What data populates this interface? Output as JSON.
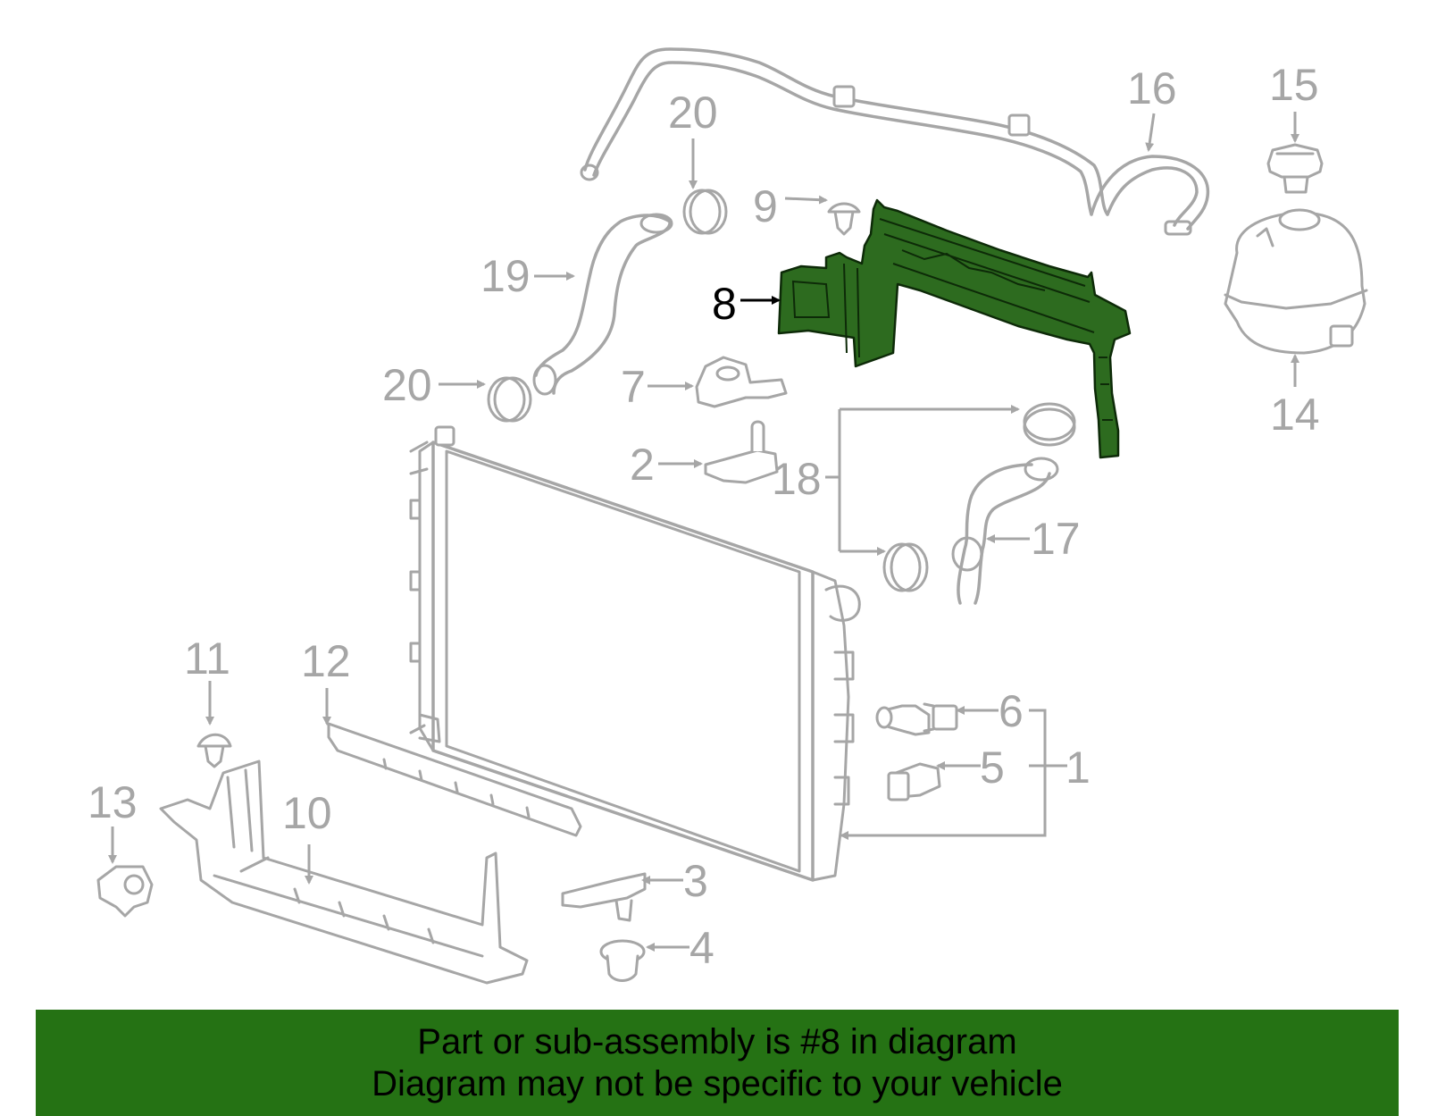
{
  "diagram": {
    "highlight_color": "#2d6b1f",
    "highlighted_part": "8",
    "callouts": {
      "c1": "1",
      "c2": "2",
      "c3": "3",
      "c4": "4",
      "c5": "5",
      "c6": "6",
      "c7": "7",
      "c8": "8",
      "c9": "9",
      "c10": "10",
      "c11": "11",
      "c12": "12",
      "c13": "13",
      "c14": "14",
      "c15": "15",
      "c16": "16",
      "c17": "17",
      "c18": "18",
      "c19": "19",
      "c20a": "20",
      "c20b": "20"
    }
  },
  "banner": {
    "background": "#257214",
    "line1": "Part or sub-assembly is #8 in diagram",
    "line2": "Diagram may not be specific to your vehicle"
  }
}
